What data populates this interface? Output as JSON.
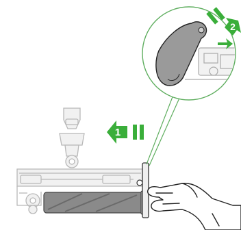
{
  "colors": {
    "accent": "#3aae3a",
    "line": "#444444",
    "light_line": "#b8b8b8",
    "body": "#e9e9e9",
    "brush": "#8a8a8a",
    "cap": "#9a9a9a"
  },
  "steps": [
    {
      "number": "1",
      "direction": "left",
      "icon": "arrow-left-with-motion-lines"
    },
    {
      "number": "2",
      "direction": "down-right",
      "icon": "arrow-down-right-with-motion-lines"
    }
  ],
  "callout": {
    "shape": "circle",
    "content": "end-cap-close-up"
  },
  "parts": [
    "floor-head",
    "brush-bar",
    "end-cap",
    "hand"
  ]
}
